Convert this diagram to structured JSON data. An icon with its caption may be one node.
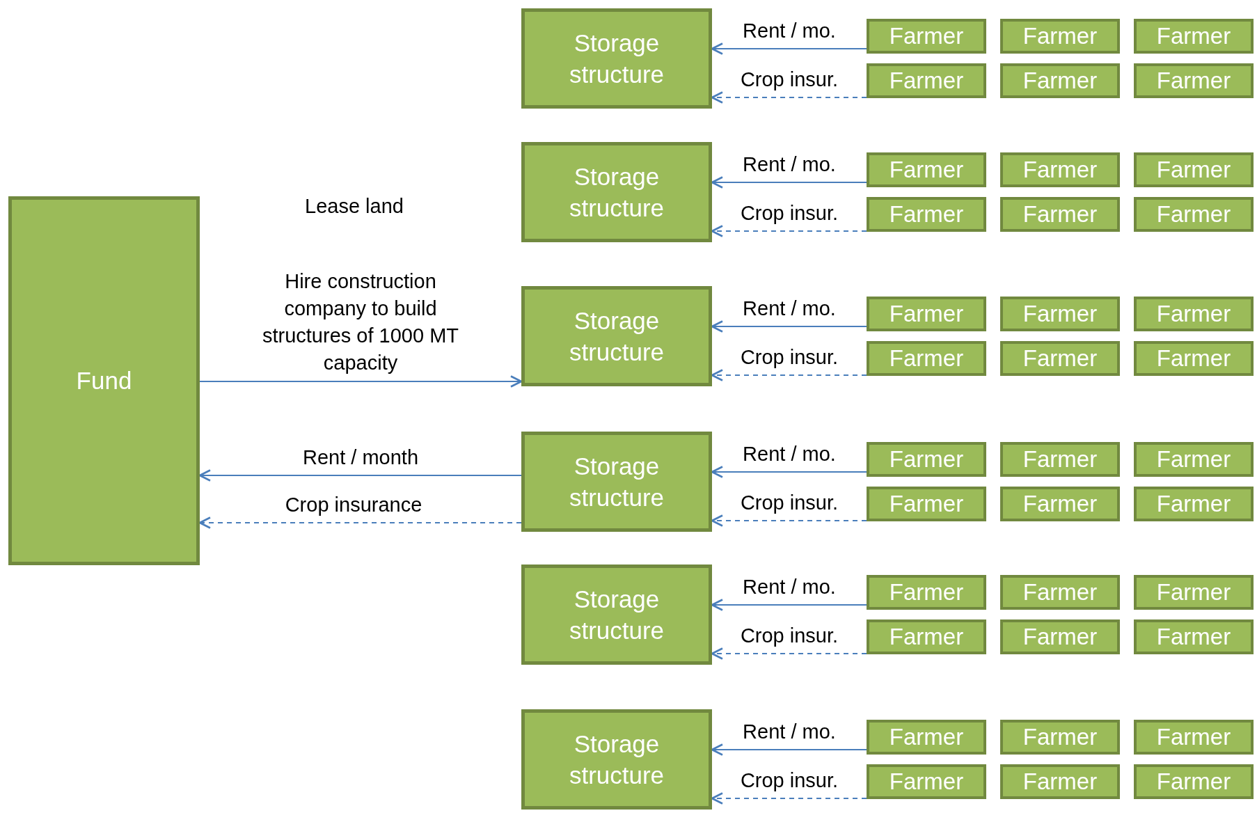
{
  "diagram": {
    "nodes": [
      {
        "text": [
          "Fund"
        ]
      },
      {
        "text": [
          "Storage structure"
        ]
      },
      {
        "text": [
          "Farmer"
        ]
      },
      {
        "text": [
          "Farmer"
        ]
      },
      {
        "text": [
          "Farmer"
        ]
      },
      {
        "text": [
          "Farmer"
        ]
      },
      {
        "text": [
          "Farmer"
        ]
      },
      {
        "text": [
          "Farmer"
        ]
      },
      {
        "text": [
          "Storage structure"
        ]
      },
      {
        "text": [
          "Farmer"
        ]
      },
      {
        "text": [
          "Farmer"
        ]
      },
      {
        "text": [
          "Farmer"
        ]
      },
      {
        "text": [
          "Farmer"
        ]
      },
      {
        "text": [
          "Farmer"
        ]
      },
      {
        "text": [
          "Farmer"
        ]
      },
      {
        "text": [
          "Storage structure"
        ]
      },
      {
        "text": [
          "Farmer"
        ]
      },
      {
        "text": [
          "Farmer"
        ]
      },
      {
        "text": [
          "Farmer"
        ]
      },
      {
        "text": [
          "Farmer"
        ]
      },
      {
        "text": [
          "Farmer"
        ]
      },
      {
        "text": [
          "Farmer"
        ]
      },
      {
        "text": [
          "Storage structure"
        ]
      },
      {
        "text": [
          "Farmer"
        ]
      },
      {
        "text": [
          "Farmer"
        ]
      },
      {
        "text": [
          "Farmer"
        ]
      },
      {
        "text": [
          "Farmer"
        ]
      },
      {
        "text": [
          "Farmer"
        ]
      },
      {
        "text": [
          "Farmer"
        ]
      },
      {
        "text": [
          "Storage structure"
        ]
      },
      {
        "text": [
          "Farmer"
        ]
      },
      {
        "text": [
          "Farmer"
        ]
      },
      {
        "text": [
          "Farmer"
        ]
      },
      {
        "text": [
          "Farmer"
        ]
      },
      {
        "text": [
          "Farmer"
        ]
      },
      {
        "text": [
          "Farmer"
        ]
      },
      {
        "text": [
          "Storage structure"
        ]
      },
      {
        "text": [
          "Farmer"
        ]
      },
      {
        "text": [
          "Farmer"
        ]
      },
      {
        "text": [
          "Farmer"
        ]
      },
      {
        "text": [
          "Farmer"
        ]
      },
      {
        "text": [
          "Farmer"
        ]
      },
      {
        "text": [
          "Farmer"
        ]
      }
    ],
    "edges": [
      {
        "from": 0,
        "to": 15,
        "arrow": "to",
        "label": "Hire construction company to build structures of 1000 MT capacity"
      },
      {
        "from": 22,
        "to": 0,
        "arrow": "to",
        "label": "Rent / month"
      },
      {
        "from": 22,
        "to": 0,
        "arrow": "to",
        "label": "Crop insurance",
        "style": "dashed"
      },
      {
        "from": 2,
        "to": 1,
        "arrow": "to",
        "label": "Rent / mo."
      },
      {
        "from": 5,
        "to": 1,
        "arrow": "to",
        "label": "Crop insur.",
        "style": "dashed"
      },
      {
        "from": 9,
        "to": 8,
        "arrow": "to",
        "label": "Rent / mo."
      },
      {
        "from": 12,
        "to": 8,
        "arrow": "to",
        "label": "Crop insur.",
        "style": "dashed"
      },
      {
        "from": 16,
        "to": 15,
        "arrow": "to",
        "label": "Rent / mo."
      },
      {
        "from": 19,
        "to": 15,
        "arrow": "to",
        "label": "Crop insur.",
        "style": "dashed"
      },
      {
        "from": 23,
        "to": 22,
        "arrow": "to",
        "label": "Rent / mo."
      },
      {
        "from": 26,
        "to": 22,
        "arrow": "to",
        "label": "Crop insur.",
        "style": "dashed"
      },
      {
        "from": 30,
        "to": 29,
        "arrow": "to",
        "label": "Rent / mo."
      },
      {
        "from": 33,
        "to": 29,
        "arrow": "to",
        "label": "Crop insur.",
        "style": "dashed"
      },
      {
        "from": 37,
        "to": 36,
        "arrow": "to",
        "label": "Rent / mo."
      },
      {
        "from": 40,
        "to": 36,
        "arrow": "to",
        "label": "Crop insur.",
        "style": "dashed"
      }
    ],
    "labels": [
      "Lease land"
    ]
  }
}
